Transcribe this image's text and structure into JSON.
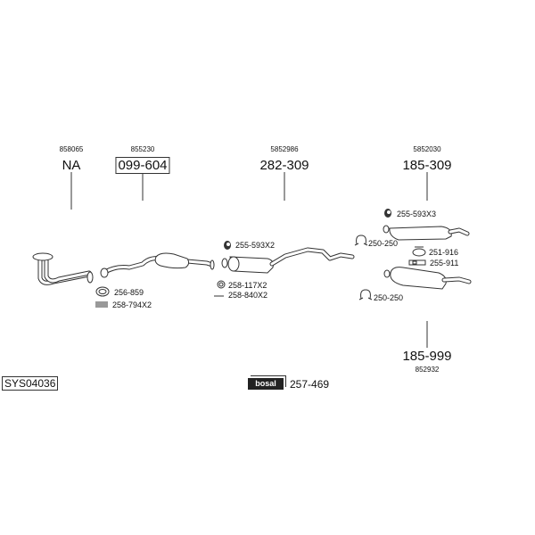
{
  "parts": [
    {
      "ref": "858065",
      "code": "NA"
    },
    {
      "ref": "855230",
      "code": "099-604"
    },
    {
      "ref": "5852986",
      "code": "282-309"
    },
    {
      "ref": "5852030",
      "code": "185-309"
    },
    {
      "ref": "852932",
      "code": "185-999"
    }
  ],
  "accessories": {
    "a1": "255-593X2",
    "a2": "256-859",
    "a3": "258-794X2",
    "a4": "258-117X2",
    "a5": "258-840X2",
    "a6": "255-593X3",
    "a7": "250-250",
    "a8": "251-916",
    "a9": "255-911",
    "a10": "250-250"
  },
  "system_code": "SYS04036",
  "brand": {
    "logo_text": "bosal",
    "code": "257-469"
  }
}
